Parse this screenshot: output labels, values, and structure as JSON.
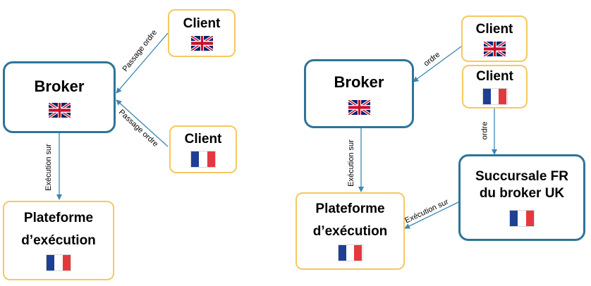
{
  "left_diagram": {
    "broker": {
      "title": "Broker",
      "flag": "uk-flag"
    },
    "client_uk": {
      "title": "Client",
      "flag": "uk-flag"
    },
    "client_fr": {
      "title": "Client",
      "flag": "france-flag"
    },
    "platform": {
      "title_line1": "Plateforme",
      "title_line2": "d’exécution",
      "flag": "france-flag"
    },
    "edges": {
      "client_uk_to_broker": "Passage ordre",
      "client_fr_to_broker": "Passage ordre",
      "broker_to_platform": "Exécution sur"
    }
  },
  "right_diagram": {
    "broker": {
      "title": "Broker",
      "flag": "uk-flag"
    },
    "client_uk": {
      "title": "Client",
      "flag": "uk-flag"
    },
    "client_fr": {
      "title": "Client",
      "flag": "france-flag"
    },
    "branch": {
      "title_line1": "Succursale FR",
      "title_line2": "du broker UK",
      "flag": "france-flag"
    },
    "platform": {
      "title_line1": "Plateforme",
      "title_line2": "d’exécution",
      "flag": "france-flag"
    },
    "edges": {
      "client_uk_to_broker": "ordre",
      "client_fr_to_branch": "ordre",
      "broker_to_platform": "Exécution sur",
      "branch_to_platform": "Exécution sur"
    }
  },
  "colors": {
    "blue_border": "#2e7497",
    "yellow_border": "#f6c860",
    "arrow": "#3a86b5",
    "fr_blue": "#1f3f95",
    "fr_red": "#e4383f",
    "uk_blue": "#012169",
    "uk_red": "#c8102e"
  }
}
